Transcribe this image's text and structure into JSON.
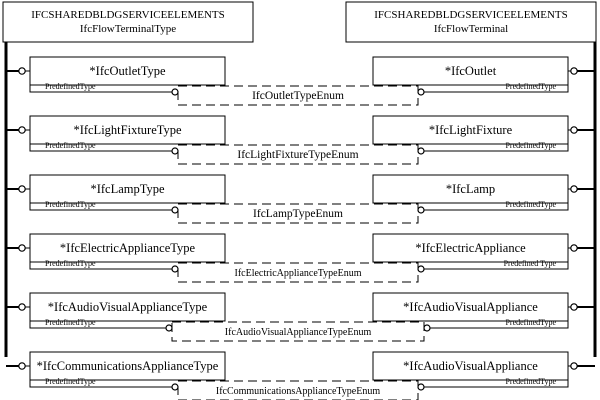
{
  "left_schema": {
    "schema": "IFCSHAREDBLDGSERVICEELEMENTS",
    "entity": "IfcFlowTerminalType"
  },
  "right_schema": {
    "schema": "IFCSHAREDBLDGSERVICEELEMENTS",
    "entity": "IfcFlowTerminal"
  },
  "rows": [
    {
      "type_entity": "*IfcOutletType",
      "type_attr": "PredefinedType",
      "enum": "IfcOutletTypeEnum",
      "occ_entity": "*IfcOutlet",
      "occ_attr": "PredefinedType"
    },
    {
      "type_entity": "*IfcLightFixtureType",
      "type_attr": "PredefinedType",
      "enum": "IfcLightFixtureTypeEnum",
      "occ_entity": "*IfcLightFixture",
      "occ_attr": "PredefinedType"
    },
    {
      "type_entity": "*IfcLampType",
      "type_attr": "PredefinedType",
      "enum": "IfcLampTypeEnum",
      "occ_entity": "*IfcLamp",
      "occ_attr": "PredefinedType"
    },
    {
      "type_entity": "*IfcElectricApplianceType",
      "type_attr": "PredefinedType",
      "enum": "IfcElectricApplianceTypeEnum",
      "occ_entity": "*IfcElectricAppliance",
      "occ_attr": "Predefined Type"
    },
    {
      "type_entity": "*IfcAudioVisualApplianceType",
      "type_attr": "PredefinedType",
      "enum": "IfcAudioVisualApplianceTypeEnum",
      "occ_entity": "*IfcAudioVisualAppliance",
      "occ_attr": "PredefinedType"
    },
    {
      "type_entity": "*IfcCommunicationsApplianceType",
      "type_attr": "PredefinedType",
      "enum": "IfcCommunicationsApplianceTypeEnum",
      "occ_entity": "*IfcAudioVisualAppliance",
      "occ_attr": "PredefinedType"
    }
  ]
}
